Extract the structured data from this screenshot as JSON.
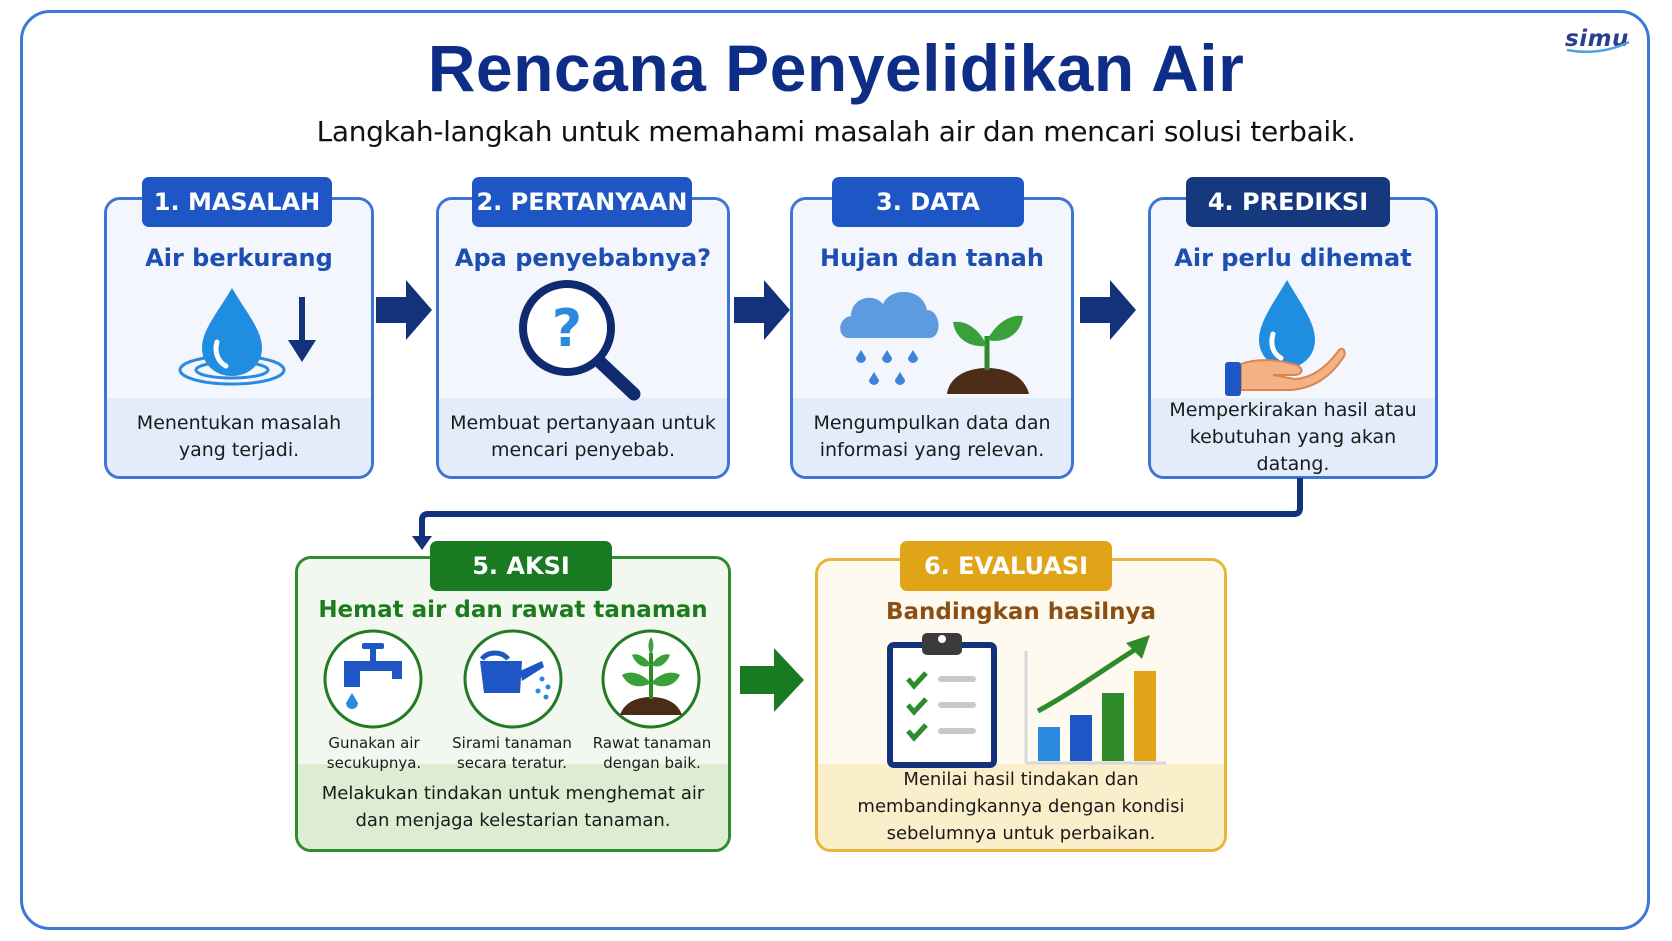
{
  "header": {
    "title": "Rencana Penyelidikan Air",
    "subtitle": "Langkah-langkah untuk memahami masalah air dan mencari solusi terbaik.",
    "logo": "simu"
  },
  "steps": [
    {
      "label": "1. MASALAH",
      "heading": "Air berkurang",
      "description": "Menentukan masalah yang terjadi.",
      "icon": "water-drop-down-arrow-icon"
    },
    {
      "label": "2. PERTANYAAN",
      "heading": "Apa penyebabnya?",
      "description": "Membuat pertanyaan untuk mencari penyebab.",
      "icon": "magnifier-question-icon"
    },
    {
      "label": "3. DATA",
      "heading": "Hujan dan tanah",
      "description": "Mengumpulkan data dan informasi yang relevan.",
      "icon": "rain-cloud-sprout-icon"
    },
    {
      "label": "4. PREDIKSI",
      "heading": "Air perlu dihemat",
      "description": "Memperkirakan hasil atau kebutuhan yang akan datang.",
      "icon": "hand-water-drop-icon"
    },
    {
      "label": "5. AKSI",
      "heading": "Hemat air dan rawat tanaman",
      "description": "Melakukan tindakan untuk menghemat air dan menjaga kelestarian tanaman.",
      "items": [
        {
          "text": "Gunakan air secukupnya.",
          "icon": "faucet-icon"
        },
        {
          "text": "Sirami tanaman secara teratur.",
          "icon": "watering-can-icon"
        },
        {
          "text": "Rawat tanaman dengan baik.",
          "icon": "plant-icon"
        }
      ]
    },
    {
      "label": "6. EVALUASI",
      "heading": "Bandingkan hasilnya",
      "description": "Menilai hasil tindakan dan membandingkannya dengan kondisi sebelumnya untuk perbaikan.",
      "icon": "clipboard-chart-icon"
    }
  ],
  "colors": {
    "title": "#0d2d86",
    "border_blue": "#3d74d6",
    "label_blue": "#1f56c5",
    "label_navy": "#15387f",
    "arrow_navy": "#13327c",
    "green": "#1a7a22",
    "gold": "#e1a317"
  }
}
